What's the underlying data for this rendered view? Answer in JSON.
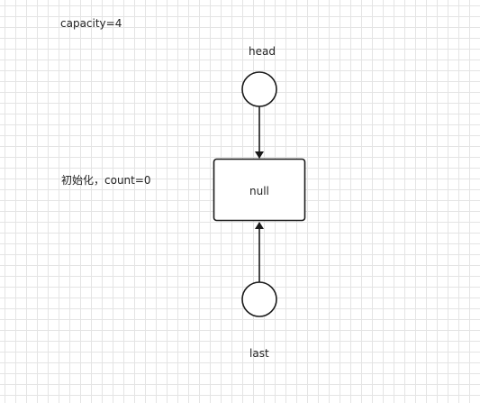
{
  "capacity_label": "capacity=4",
  "init_label": "初始化，count=0",
  "nodes": {
    "head": {
      "label": "head"
    },
    "last": {
      "label": "last"
    },
    "center": {
      "label": "null"
    }
  },
  "colors": {
    "stroke": "#1a1a1a",
    "fill": "#ffffff",
    "grid": "#e4e4e4",
    "text": "#222222"
  }
}
